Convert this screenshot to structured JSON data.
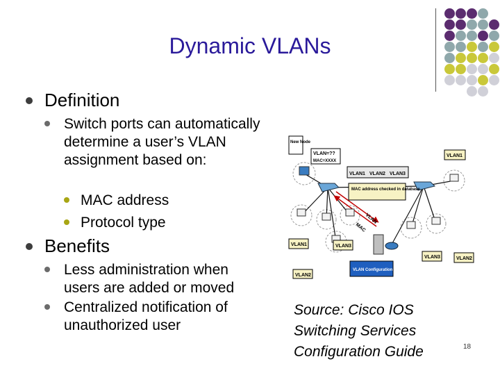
{
  "title": "Dynamic VLANs",
  "sections": [
    {
      "heading": "Definition",
      "items": [
        {
          "text": "Switch ports can automatically determine a user’s VLAN assignment based on:",
          "subitems": [
            "MAC address",
            "Protocol type"
          ]
        }
      ]
    },
    {
      "heading": "Benefits",
      "items": [
        {
          "text": "Less administration when users are added or moved"
        },
        {
          "text": "Centralized notification of unauthorized user"
        }
      ]
    }
  ],
  "diagram": {
    "new_node_label": "New Node",
    "callout_vlan": "VLAN=??",
    "callout_mac": "MAC=XXXX",
    "vlan_bar": [
      "VLAN1",
      "VLAN2",
      "VLAN3"
    ],
    "mac_check": "MAC address checked in database",
    "arrow_vlan": "VLAN",
    "arrow_mac": "MAC",
    "tag_top_right": "VLAN1",
    "tag_left": "VLAN1",
    "tag_mid": "VLAN3",
    "tag_bottom_left": "VLAN2",
    "tag_bottom_right": "VLAN3",
    "tag_right": "VLAN2",
    "server_label": "VLAN Configuration Server"
  },
  "source": "Source: Cisco IOS Switching Services Configuration Guide",
  "slide_number": "18",
  "colors": {
    "title": "#2a1a9a",
    "dot_purple": "#5b2c6f",
    "dot_teal": "#8fa8ab",
    "dot_olive": "#c9c83a",
    "dot_gray": "#d0d0d8"
  }
}
